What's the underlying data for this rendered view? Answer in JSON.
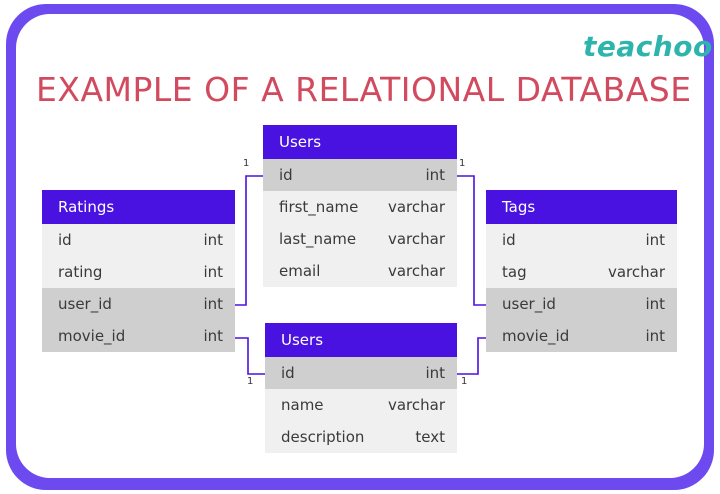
{
  "brand": {
    "logo": "teachoo"
  },
  "title": "EXAMPLE OF A RELATIONAL DATABASE",
  "cardinality": "1",
  "tables": {
    "users_top": {
      "name": "Users",
      "rows": [
        {
          "field": "id",
          "type": "int"
        },
        {
          "field": "first_name",
          "type": "varchar"
        },
        {
          "field": "last_name",
          "type": "varchar"
        },
        {
          "field": "email",
          "type": "varchar"
        }
      ]
    },
    "ratings": {
      "name": "Ratings",
      "rows": [
        {
          "field": "id",
          "type": "int"
        },
        {
          "field": "rating",
          "type": "int"
        },
        {
          "field": "user_id",
          "type": "int"
        },
        {
          "field": "movie_id",
          "type": "int"
        }
      ]
    },
    "tags": {
      "name": "Tags",
      "rows": [
        {
          "field": "id",
          "type": "int"
        },
        {
          "field": "tag",
          "type": "varchar"
        },
        {
          "field": "user_id",
          "type": "int"
        },
        {
          "field": "movie_id",
          "type": "int"
        }
      ]
    },
    "users_bottom": {
      "name": "Users",
      "rows": [
        {
          "field": "id",
          "type": "int"
        },
        {
          "field": "name",
          "type": "varchar"
        },
        {
          "field": "description",
          "type": "text"
        }
      ]
    }
  },
  "colors": {
    "frame": "#6d49f0",
    "header": "#4a12e0",
    "title": "#d24a5d",
    "logo": "#2db5ad",
    "link": "#4a12e0"
  }
}
